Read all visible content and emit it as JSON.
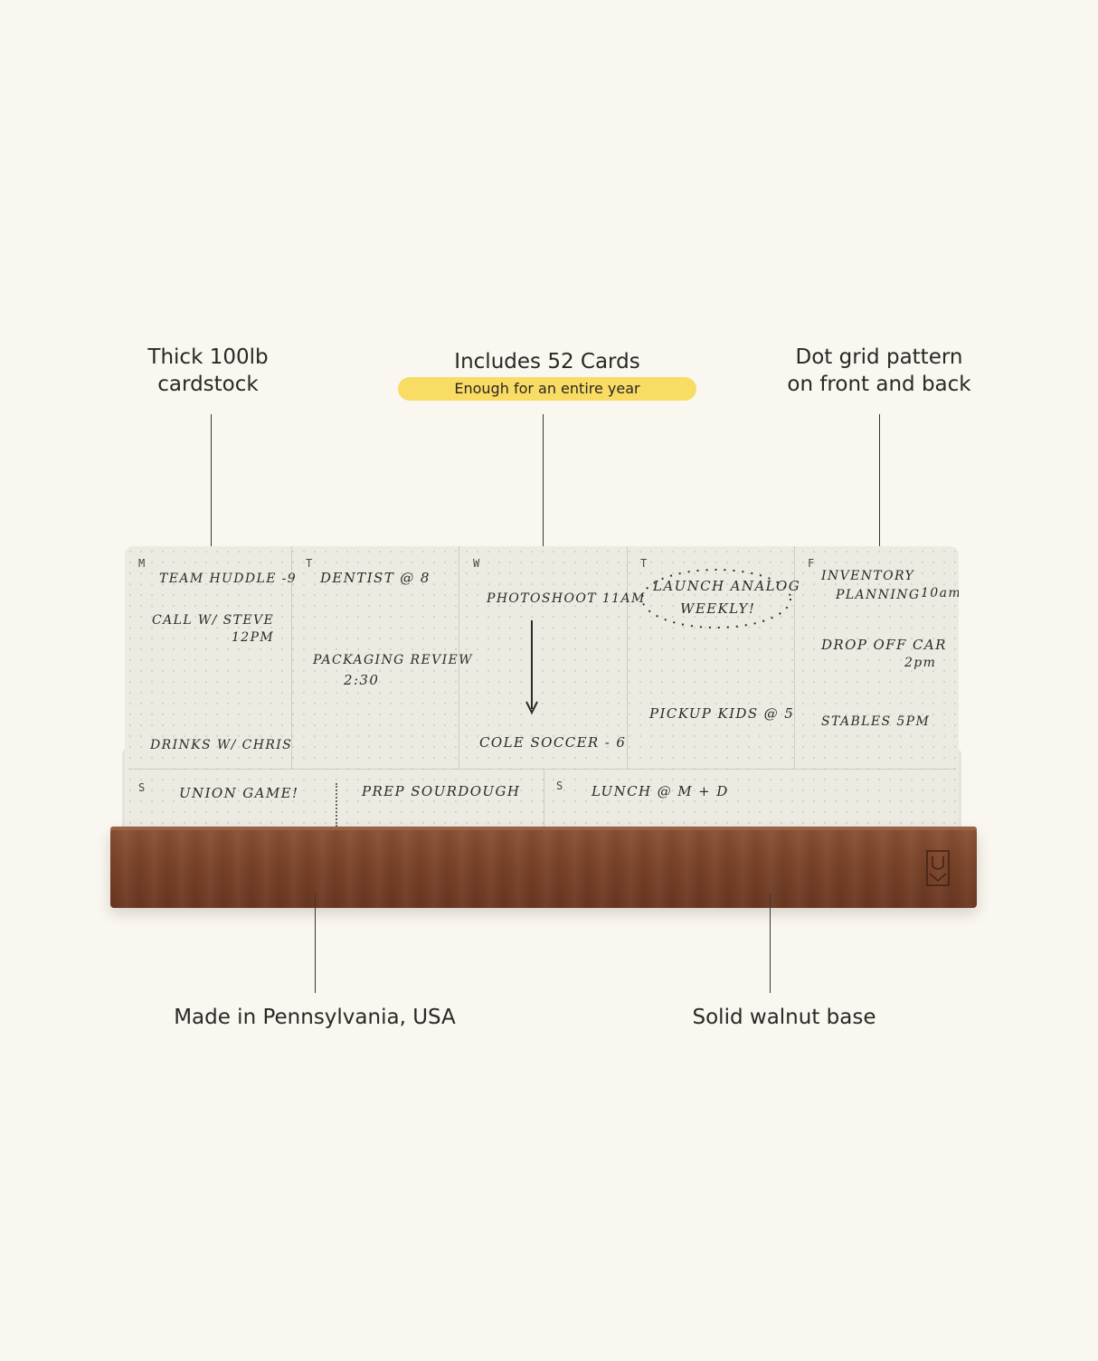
{
  "callouts": {
    "cardstock": {
      "line1": "Thick 100lb",
      "line2": "cardstock"
    },
    "cards": {
      "title": "Includes 52 Cards",
      "badge": "Enough for an entire year"
    },
    "dotgrid": {
      "line1": "Dot grid pattern",
      "line2": "on front and back"
    },
    "made_in": "Made in Pennsylvania, USA",
    "walnut": "Solid walnut base"
  },
  "planner": {
    "days": [
      {
        "letter": "M",
        "notes": [
          "Team Huddle -9",
          "Call w/ Steve",
          "12pm",
          "Drinks w/ Chris"
        ]
      },
      {
        "letter": "T",
        "notes": [
          "Dentist @ 8",
          "Packaging Review",
          "2:30"
        ]
      },
      {
        "letter": "W",
        "notes": [
          "Photoshoot 11am",
          "Cole Soccer - 6"
        ]
      },
      {
        "letter": "T",
        "notes": [
          "Launch Analog",
          "Weekly!",
          "Pickup Kids @ 5"
        ]
      },
      {
        "letter": "F",
        "notes": [
          "Inventory",
          "Planning",
          "10am",
          "Drop off car",
          "2pm",
          "Stables 5pm"
        ]
      }
    ],
    "weekend": [
      {
        "letter": "S",
        "notes": [
          "Union Game!",
          "Prep Sourdough"
        ]
      },
      {
        "letter": "S",
        "notes": [
          "Lunch @ M + D"
        ]
      }
    ]
  },
  "colors": {
    "background": "#f9f7f0",
    "badge": "#f9dc63",
    "walnut": "#7a4329",
    "card": "#ecebe2"
  },
  "icons": {
    "logo": "uv-logo-icon"
  }
}
